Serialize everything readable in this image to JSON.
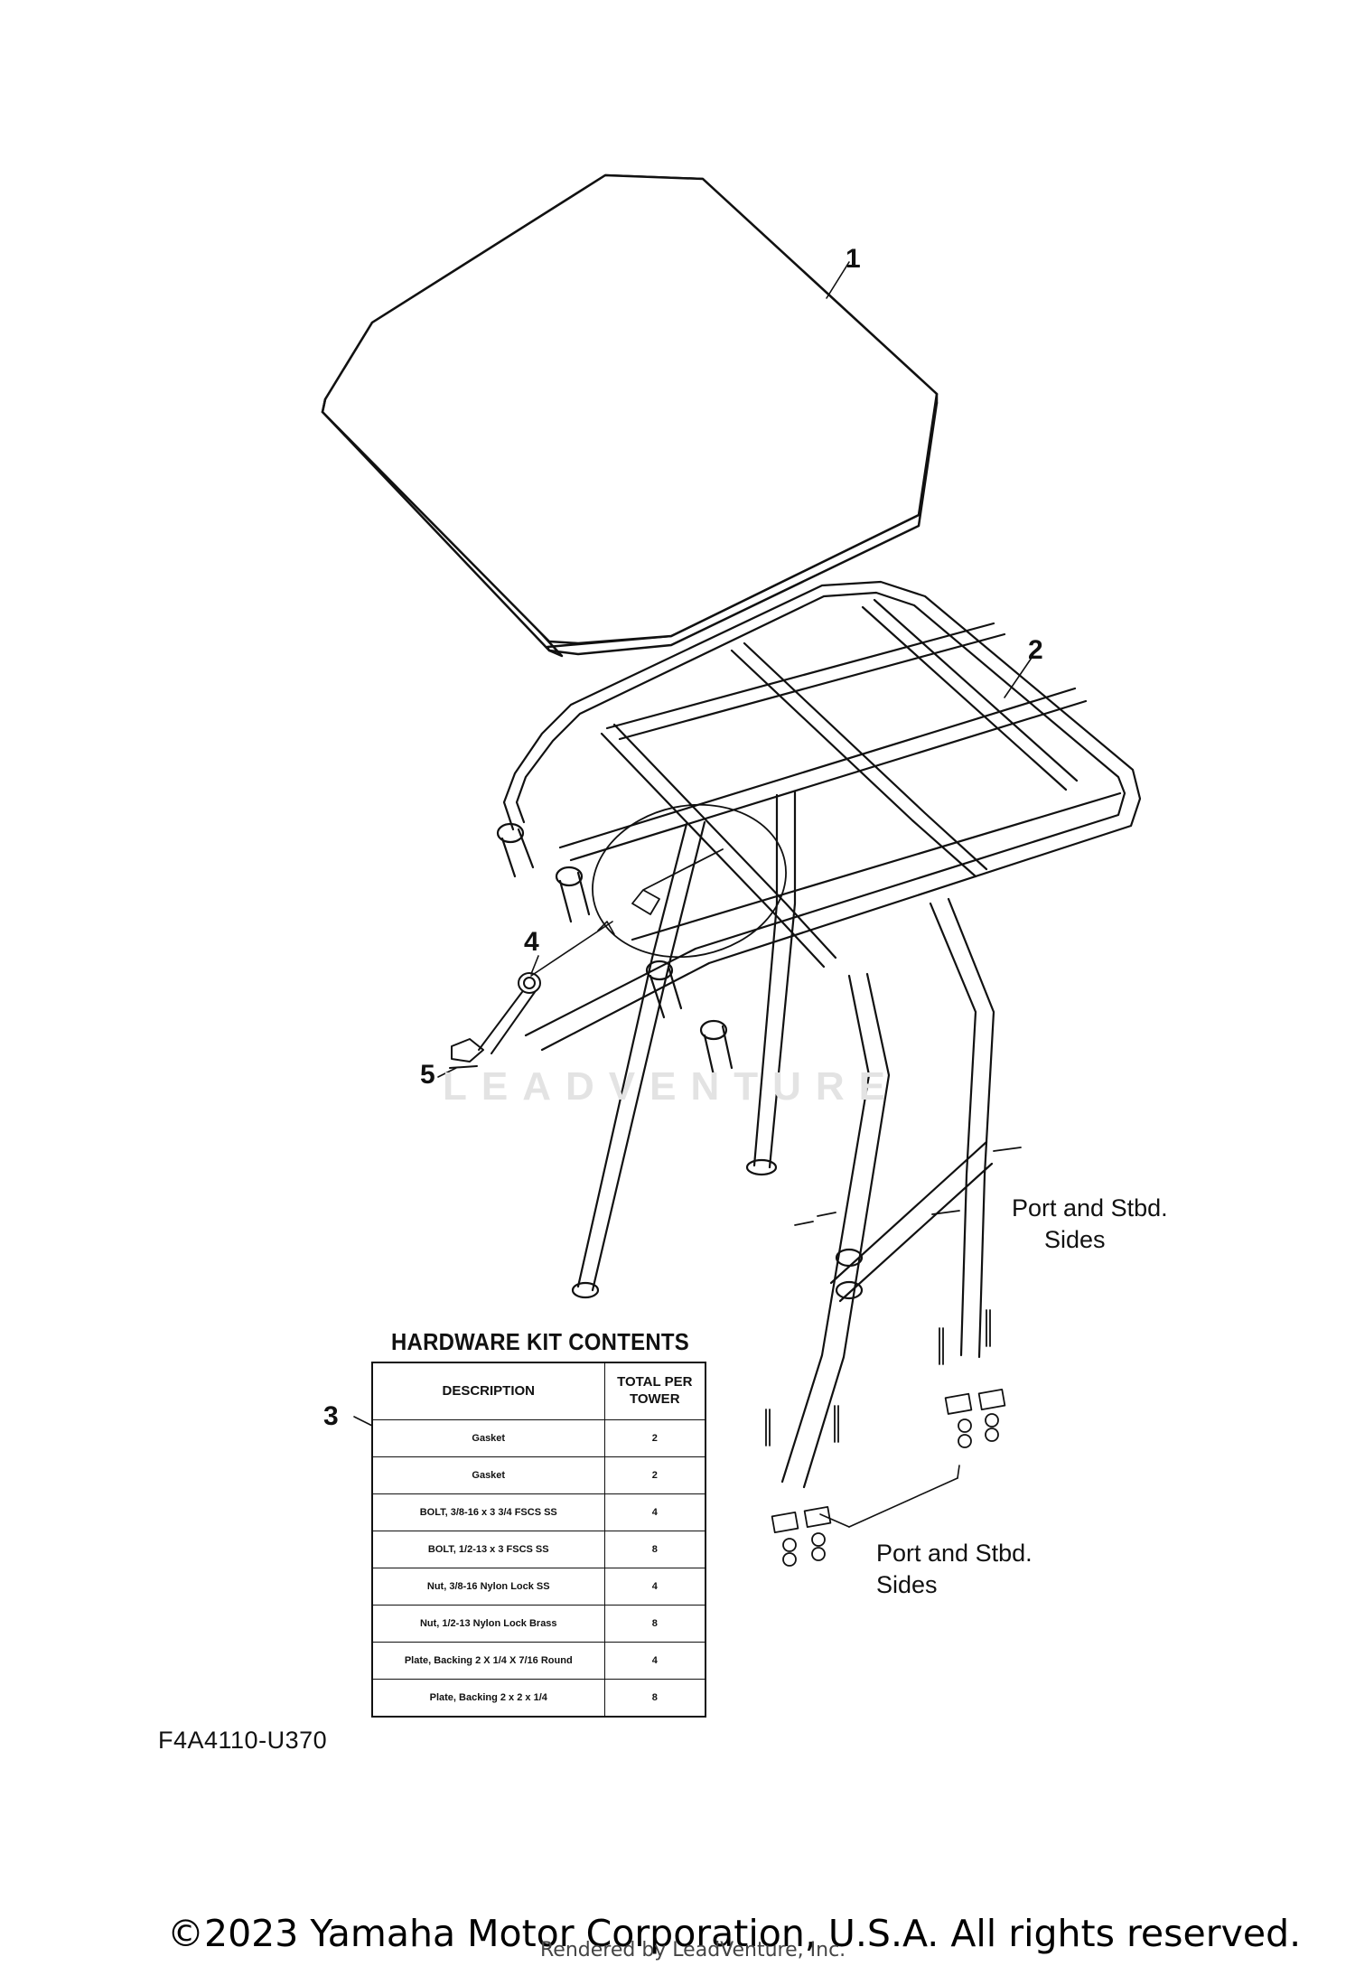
{
  "callouts": [
    {
      "id": "1",
      "label": "1"
    },
    {
      "id": "2",
      "label": "2"
    },
    {
      "id": "3",
      "label": "3"
    },
    {
      "id": "4",
      "label": "4"
    },
    {
      "id": "5",
      "label": "5"
    }
  ],
  "side_notes": {
    "upper": {
      "line1": "Port and Stbd.",
      "line2": "Sides"
    },
    "lower": {
      "line1": "Port and Stbd.",
      "line2": "Sides"
    }
  },
  "hardware_kit": {
    "title": "HARDWARE KIT CONTENTS",
    "headers": {
      "description": "DESCRIPTION",
      "total_line1": "TOTAL PER",
      "total_line2": "TOWER"
    },
    "rows": [
      {
        "description": "Gasket",
        "total": "2"
      },
      {
        "description": "Gasket",
        "total": "2"
      },
      {
        "description": "BOLT, 3/8-16 x 3 3/4 FSCS SS",
        "total": "4"
      },
      {
        "description": "BOLT, 1/2-13 x 3 FSCS SS",
        "total": "8"
      },
      {
        "description": "Nut, 3/8-16 Nylon Lock SS",
        "total": "4"
      },
      {
        "description": "Nut, 1/2-13 Nylon Lock Brass",
        "total": "8"
      },
      {
        "description": "Plate, Backing 2 X 1/4 X 7/16 Round",
        "total": "4"
      },
      {
        "description": "Plate, Backing 2 x 2 x 1/4",
        "total": "8"
      }
    ]
  },
  "part_code": "F4A4110-U370",
  "watermark": "LEADVENTURE",
  "copyright": "©2023 Yamaha Motor Corporation, U.S.A. All rights reserved.",
  "rendered_by": "Rendered by LeadVenture, Inc."
}
